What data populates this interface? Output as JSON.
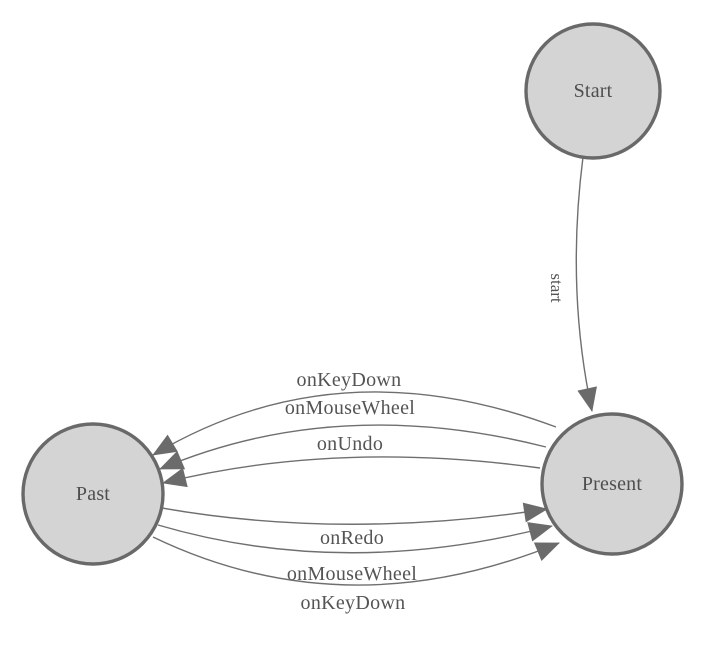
{
  "diagram": {
    "kind": "finite-state-machine",
    "colors": {
      "node_fill": "#d4d4d4",
      "node_stroke": "#696969",
      "edge_stroke": "#6f6f6f",
      "arrow_fill": "#6b6b6b",
      "text": "#4e4e50"
    },
    "nodes": [
      {
        "id": "start",
        "label": "Start"
      },
      {
        "id": "present",
        "label": "Present"
      },
      {
        "id": "past",
        "label": "Past"
      }
    ],
    "edges": [
      {
        "from": "Start",
        "to": "Present",
        "label": "start"
      },
      {
        "from": "Present",
        "to": "Past",
        "label": "onKeyDown"
      },
      {
        "from": "Present",
        "to": "Past",
        "label": "onMouseWheel"
      },
      {
        "from": "Present",
        "to": "Past",
        "label": "onUndo"
      },
      {
        "from": "Past",
        "to": "Present",
        "label": "onRedo"
      },
      {
        "from": "Past",
        "to": "Present",
        "label": "onMouseWheel"
      },
      {
        "from": "Past",
        "to": "Present",
        "label": "onKeyDown"
      }
    ]
  }
}
